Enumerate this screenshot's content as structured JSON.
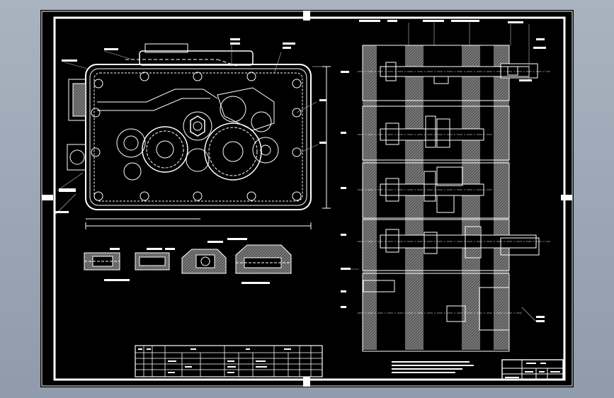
{
  "colors": {
    "background": "#8f9bab",
    "sheet": "#000000",
    "line": "#ffffff",
    "hatch": "#6b6b6b",
    "leader": "#bdbdbd"
  },
  "drawing": {
    "type": "cad-assembly-drawing",
    "views": [
      "gearbox-front-view",
      "section-details",
      "developed-shaft-section"
    ]
  }
}
